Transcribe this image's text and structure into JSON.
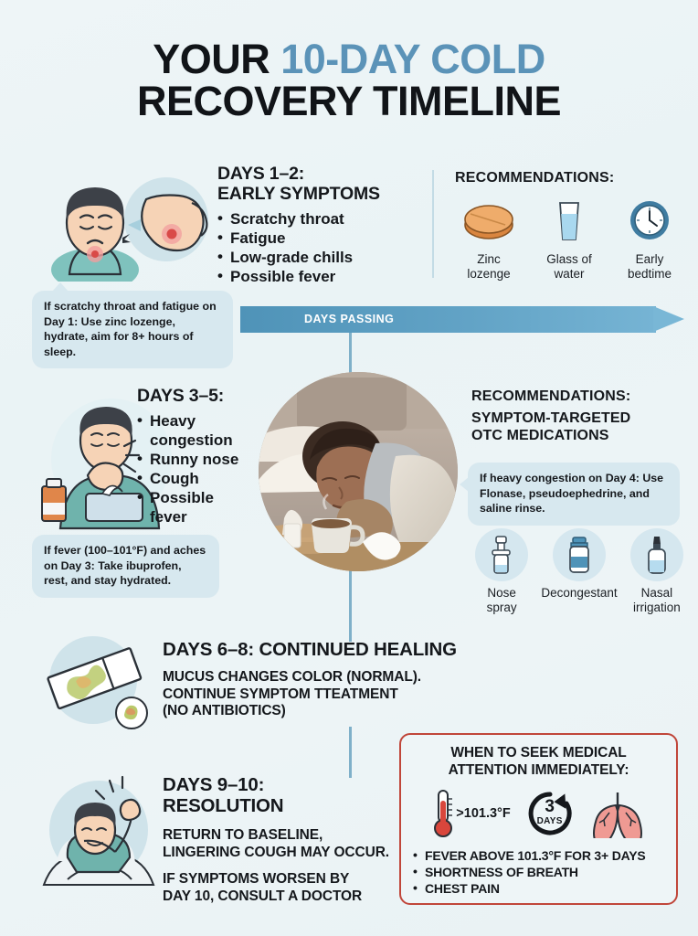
{
  "title": {
    "line1_dark": "YOUR ",
    "line1_blue": "10-DAY COLD",
    "line2": "RECOVERY TIMELINE"
  },
  "colors": {
    "background": "#eef5f7",
    "accent_blue": "#5b93b8",
    "bar_blue": "#4f93b8",
    "callout_bg": "#d7e8ef",
    "alert_red": "#c0463a",
    "icon_disc": "#d5e7ef"
  },
  "timeline_bar": {
    "label": "DAYS PASSING"
  },
  "stage_1": {
    "heading_line1": "DAYS 1–2:",
    "heading_line2": "EARLY SYMPTOMS",
    "symptoms": [
      "Scratchy throat",
      "Fatigue",
      "Low-grade chills",
      "Possible fever"
    ],
    "illustration": "sick-man-sore-throat-illustration",
    "recommendations": {
      "title": "RECOMMENDATIONS:",
      "items": [
        {
          "icon": "zinc-lozenge-icon",
          "caption_line1": "Zinc",
          "caption_line2": "lozenge"
        },
        {
          "icon": "water-glass-icon",
          "caption_line1": "Glass of",
          "caption_line2": "water"
        },
        {
          "icon": "clock-icon",
          "caption_line1": "Early",
          "caption_line2": "bedtime"
        }
      ]
    },
    "callout": "If scratchy throat and fatigue on Day 1: Use zinc lozenge, hydrate, aim for 8+ hours of sleep."
  },
  "stage_2": {
    "heading": "DAYS 3–5:",
    "symptoms": [
      "Heavy congestion",
      "Runny nose",
      "Cough",
      "Possible fever"
    ],
    "illustration": "coughing-man-tissues-illustration",
    "photo": "woman-sleeping-in-bed-with-tea-and-tissues-photo",
    "callout_left": "If fever (100–101°F) and aches on Day 3: Take ibuprofen, rest, and stay hydrated.",
    "recommendations": {
      "title": "RECOMMENDATIONS:",
      "subtitle_line1": "SYMPTOM-TARGETED",
      "subtitle_line2": "OTC MEDICATIONS",
      "callout": "If heavy congestion on Day 4: Use Flonase, pseudoephedrine, and saline rinse.",
      "items": [
        {
          "icon": "nasal-spray-icon",
          "caption_line1": "Nose",
          "caption_line2": "spray"
        },
        {
          "icon": "decongestant-vial-icon",
          "caption_line1": "Decongestant",
          "caption_line2": ""
        },
        {
          "icon": "nasal-irrigation-icon",
          "caption_line1": "Nasal",
          "caption_line2": "irrigation"
        }
      ]
    }
  },
  "stage_3": {
    "heading": "DAYS 6–8: CONTINUED HEALING",
    "body_lines": [
      "MUCUS CHANGES COLOR (NORMAL).",
      "CONTINUE SYMPTOM TTEATMENT",
      "(NO ANTIBIOTICS)"
    ],
    "illustration": "mucus-sample-slide-icon"
  },
  "stage_4": {
    "heading_line1": "DAYS 9–10:",
    "heading_line2": "RESOLUTION",
    "body_group1": [
      "RETURN TO BASELINE,",
      "LINGERING COUGH MAY OCCUR."
    ],
    "body_group2": [
      "IF SYMPTOMS WORSEN BY",
      "DAY 10, CONSULT A DOCTOR"
    ],
    "illustration": "man-waking-refreshed-illustration"
  },
  "alert": {
    "title_line1": "WHEN TO SEEK MEDICAL",
    "title_line2": "ATTENTION IMMEDIATELY:",
    "icons": [
      {
        "name": "thermometer-icon",
        "label": ">101.3°F"
      },
      {
        "name": "three-days-arrow-icon",
        "label_big": "3",
        "label_small": "DAYS"
      },
      {
        "name": "lungs-icon",
        "label": ""
      }
    ],
    "items": [
      "FEVER ABOVE 101.3°F FOR 3+ DAYS",
      "SHORTNESS OF BREATH",
      "CHEST PAIN"
    ]
  }
}
